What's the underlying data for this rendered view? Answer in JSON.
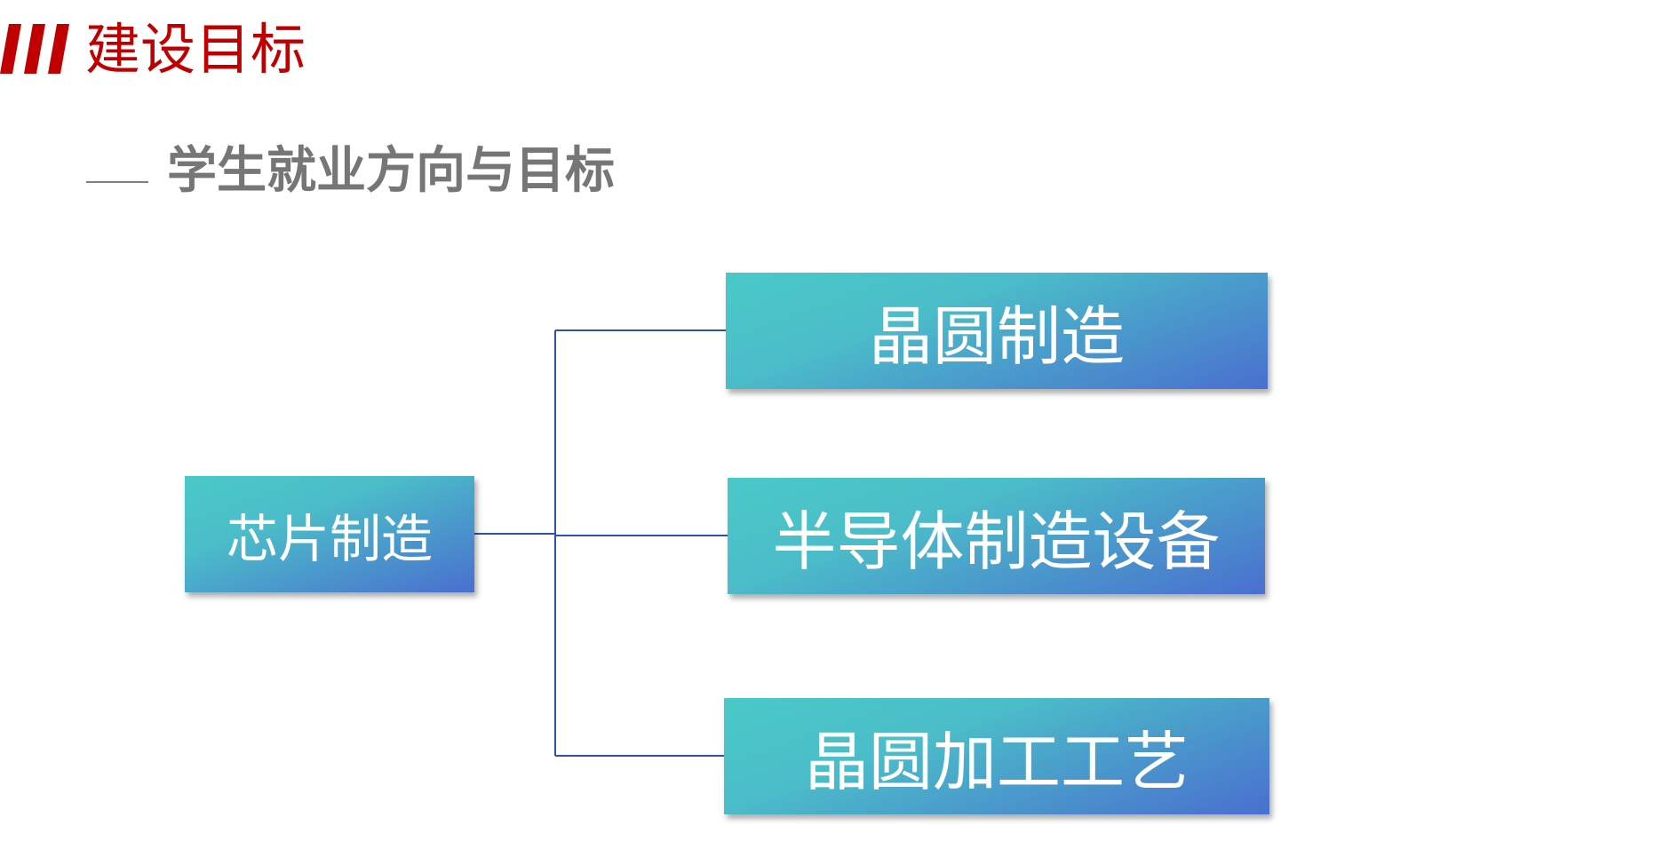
{
  "header": {
    "title": "建设目标",
    "accent_color": "#c00000"
  },
  "subtitle": {
    "text": "学生就业方向与目标",
    "color": "#767676"
  },
  "diagram": {
    "root": {
      "label": "芯片制造"
    },
    "children": [
      {
        "label": "晶圆制造"
      },
      {
        "label": "半导体制造设备"
      },
      {
        "label": "晶圆加工工艺"
      }
    ],
    "box_gradient": [
      "#4ac9c8",
      "#4a6fd0"
    ],
    "connector_color": "#2f52a8"
  }
}
